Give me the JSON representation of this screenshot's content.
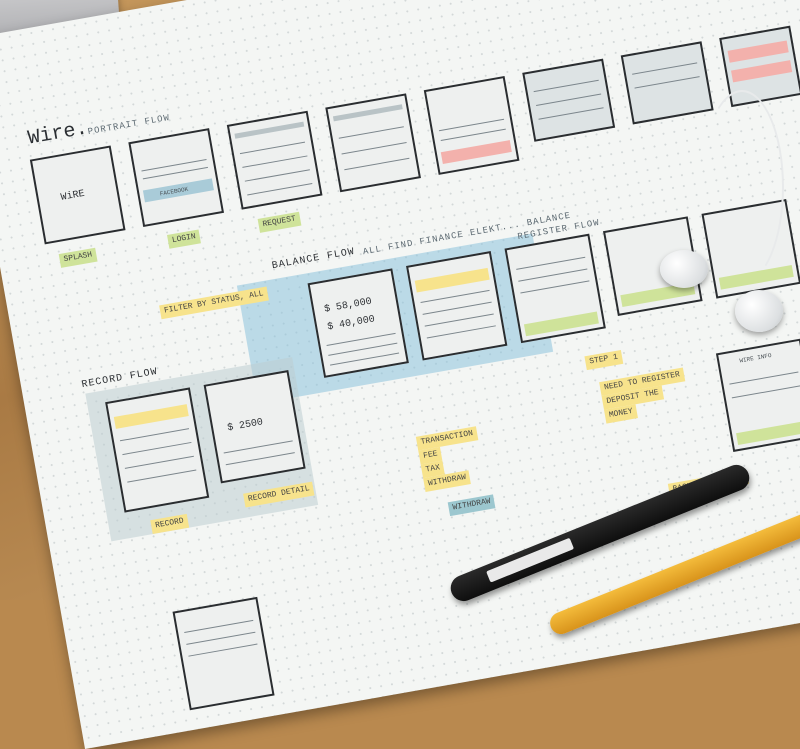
{
  "sketch": {
    "title": "Wire.",
    "subtitle": "PORTRAIT FLOW",
    "screen_wire_label": "WiRE",
    "splash": "SPLASH",
    "login": "LOGIN",
    "facebook": "FACEBOOK",
    "request": "REQUEST",
    "balance_flow": "BALANCE FLOW",
    "balance_flow_note": "ALL FIND FINANCE ELEKT... BALANCE",
    "record_flow": "RECORD FLOW",
    "filter_note": "FILTER BY STATUS, ALL",
    "amount_1": "$ 58,000",
    "amount_2": "$ 40,000",
    "amount_3": "$ 2500",
    "record": "RECORD",
    "record_detail": "RECORD DETAIL",
    "step1": "STEP 1",
    "need_note_1": "NEED TO REGISTER",
    "need_note_2": "DEPOSIT THE",
    "need_note_3": "MONEY",
    "transaction": "TRANSACTION",
    "fee": "FEE",
    "tax": "TAX",
    "withdraw": "WITHDRAW",
    "withdraw_btn": "WITHDRAW",
    "back_to_balance": "BACK TO BALANCE",
    "wire_info": "WIRE INFO",
    "register_flow": "REGISTER FLOW"
  },
  "colors": {
    "paper": "#f4f6f4",
    "sticky_yellow": "#f7e38c",
    "sticky_green": "#cfe39a",
    "highlight_blue": "#8cc3dc",
    "wood": "#b9894f"
  },
  "objects": {
    "items": [
      "laptop",
      "markers",
      "sketch-paper",
      "earbuds",
      "black-marker",
      "yellow-pencil"
    ]
  }
}
